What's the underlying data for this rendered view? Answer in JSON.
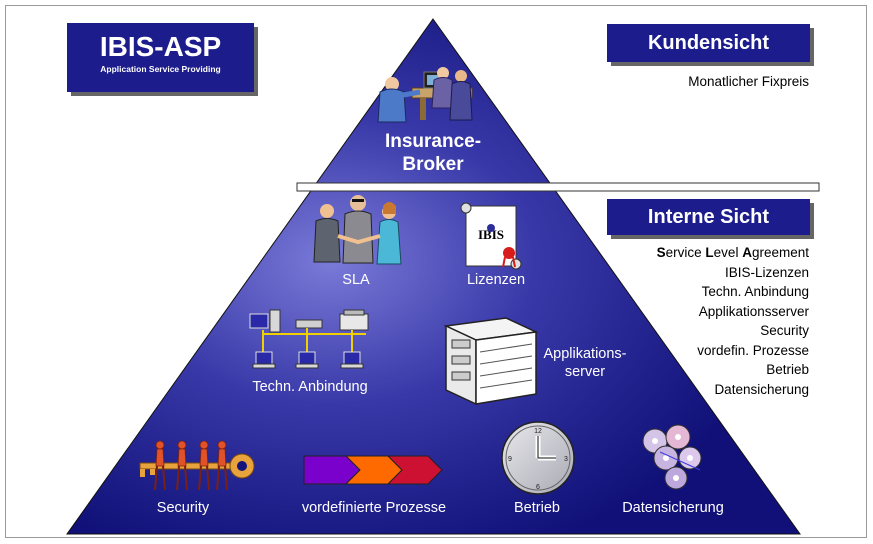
{
  "title_box": {
    "title": "IBIS-ASP",
    "subtitle": "Application Service Providing"
  },
  "kundensicht": {
    "title": "Kundensicht",
    "text": "Monatlicher Fixpreis"
  },
  "broker": {
    "line1": "Insurance-",
    "line2": "Broker"
  },
  "interne_sicht": {
    "title": "Interne Sicht",
    "first_line": [
      {
        "bold": "S",
        "rest": "ervice "
      },
      {
        "bold": "L",
        "rest": "evel "
      },
      {
        "bold": "A",
        "rest": "greement"
      }
    ],
    "items": [
      "IBIS-Lizenzen",
      "Techn. Anbindung",
      "Applikationsserver",
      "Security",
      "vordefin. Prozesse",
      "Betrieb",
      "Datensicherung"
    ]
  },
  "pyramid_labels": {
    "sla": "SLA",
    "lizenzen": "Lizenzen",
    "techn": "Techn. Anbindung",
    "server_1": "Applikations-",
    "server_2": "server",
    "security": "Security",
    "prozesse": "vordefinierte Prozesse",
    "betrieb": "Betrieb",
    "datensicherung": "Datensicherung"
  },
  "scroll_text": "IBIS",
  "colors": {
    "box_blue": "#1c1c8c",
    "pyramid_dark": "#101078",
    "pyramid_light": "#7a7ad8",
    "arrow_purple": "#7a00cc",
    "arrow_orange": "#ff6a00",
    "arrow_red": "#cc1133"
  }
}
